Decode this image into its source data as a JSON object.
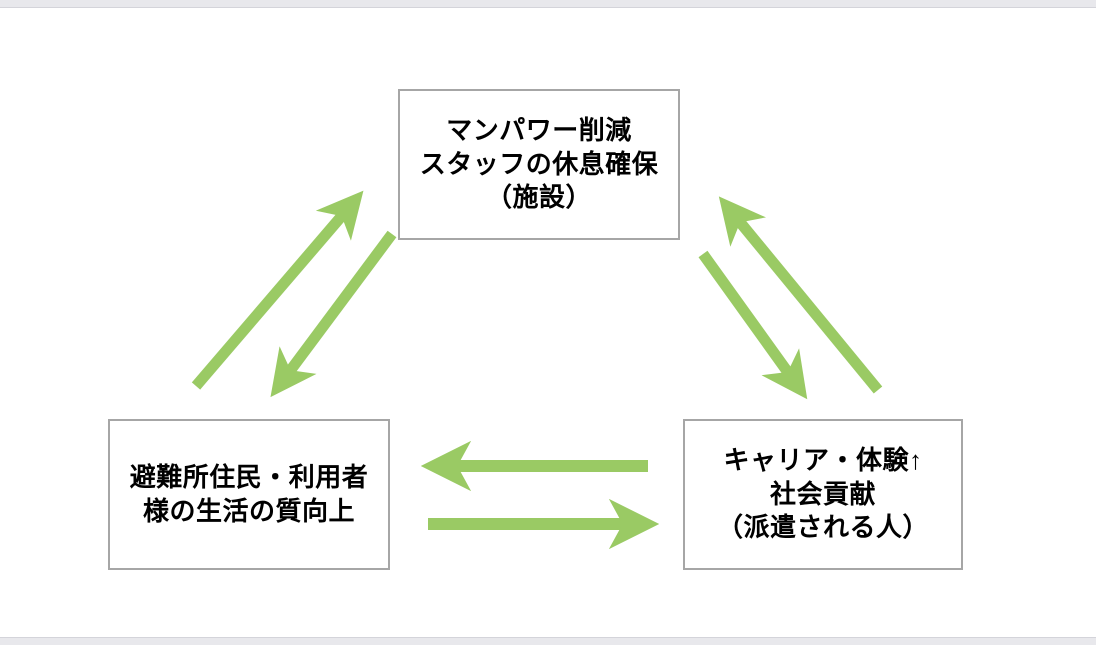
{
  "diagram": {
    "type": "cycle-diagram",
    "background_color": "#ffffff",
    "box_border_color": "#a6a6a6",
    "arrow_color": "#9aca64",
    "text_color": "#000000",
    "nodes": [
      {
        "id": "facility",
        "position": "top",
        "lines": [
          "マンパワー削減",
          "スタッフの休息確保",
          "（施設）"
        ]
      },
      {
        "id": "residents",
        "position": "bottom-left",
        "lines": [
          "避難所住民・利用者",
          "様の生活の質向上"
        ]
      },
      {
        "id": "dispatched",
        "position": "bottom-right",
        "lines": [
          "キャリア・体験↑",
          "社会貢献",
          "（派遣される人）"
        ]
      }
    ],
    "arrows": [
      {
        "id": "residents-to-facility",
        "from": "residents",
        "to": "facility",
        "direction": "up-right"
      },
      {
        "id": "facility-to-residents",
        "from": "facility",
        "to": "residents",
        "direction": "down-left"
      },
      {
        "id": "dispatched-to-facility",
        "from": "dispatched",
        "to": "facility",
        "direction": "up-left"
      },
      {
        "id": "facility-to-dispatched",
        "from": "facility",
        "to": "dispatched",
        "direction": "down-right"
      },
      {
        "id": "dispatched-to-residents",
        "from": "dispatched",
        "to": "residents",
        "direction": "left"
      },
      {
        "id": "residents-to-dispatched",
        "from": "residents",
        "to": "dispatched",
        "direction": "right"
      }
    ]
  }
}
